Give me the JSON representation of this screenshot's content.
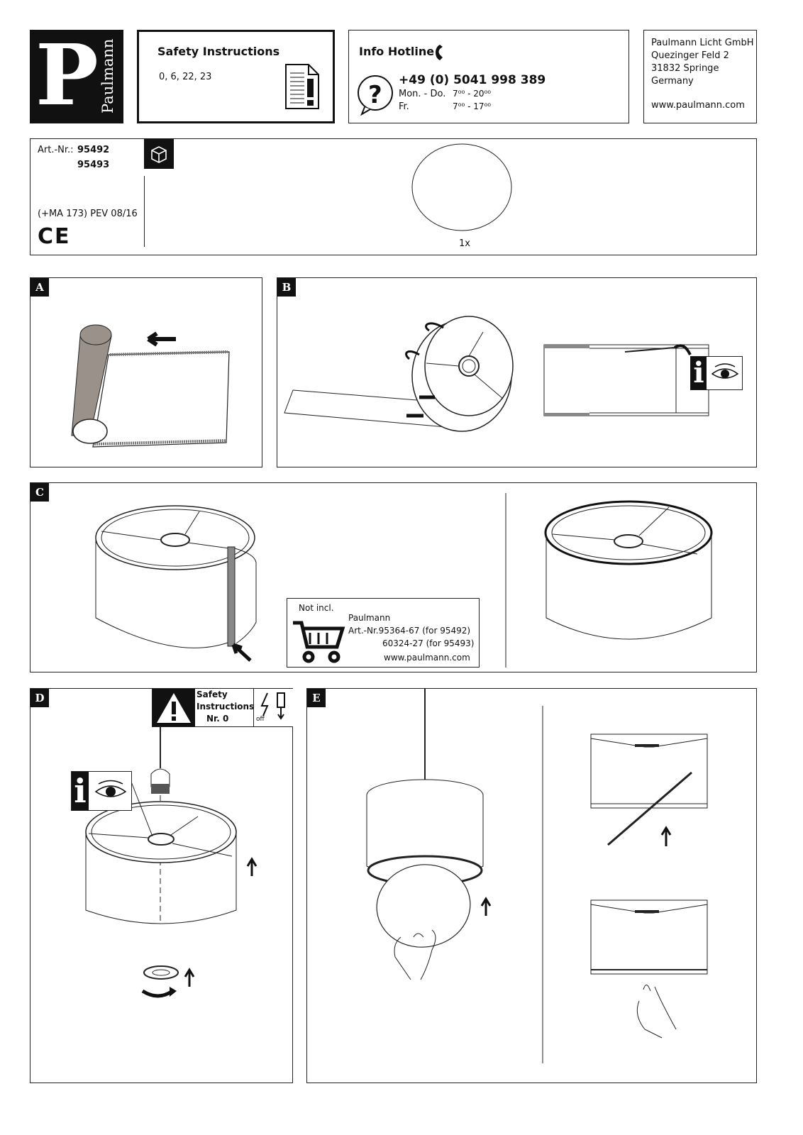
{
  "brand": {
    "name": "Paulmann",
    "letter": "P"
  },
  "safety": {
    "title": "Safety Instructions",
    "numbers": "0, 6, 22, 23"
  },
  "hotline": {
    "title": "Info Hotline",
    "phone": "+49 (0) 5041 998 389",
    "days1": "Mon. - Do.",
    "hours1": "7⁰⁰ - 20⁰⁰",
    "days2": "Fr.",
    "hours2": "7⁰⁰ - 17⁰⁰"
  },
  "address": {
    "company": "Paulmann Licht GmbH",
    "street": "Quezinger Feld 2",
    "city": "31832 Springe",
    "country": "Germany",
    "web": "www.paulmann.com"
  },
  "article": {
    "label": "Art.-Nr.:",
    "nr1": "95492",
    "nr2": "95493",
    "code": "(+MA 173) PEV 08/16",
    "ce": "CE",
    "qty": "1x"
  },
  "steps": {
    "a": "A",
    "b": "B",
    "c": "C",
    "d": "D",
    "e": "E"
  },
  "notincl": {
    "title": "Not incl.",
    "brand": "Paulmann",
    "line1": "Art.-Nr.95364-67 (for 95492)",
    "line2": "60324-27 (for 95493)",
    "web": "www.paulmann.com"
  },
  "warning": {
    "line1": "Safety",
    "line2": "Instructions",
    "line3": "Nr. 0",
    "off": "off"
  },
  "info": {
    "letter": "i"
  }
}
